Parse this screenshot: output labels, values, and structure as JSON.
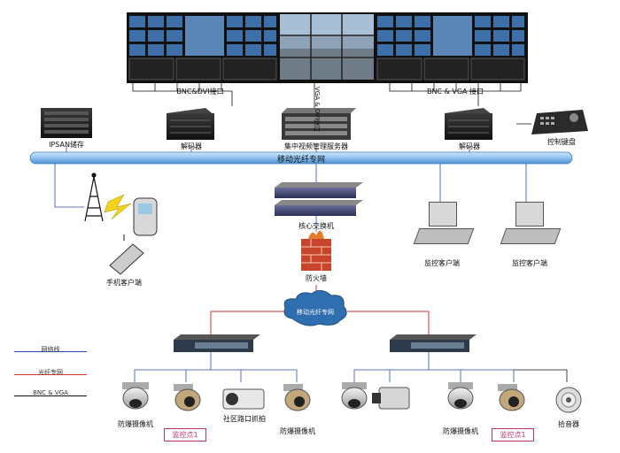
{
  "labels": {
    "bnc_dvi_port": "BNC&DVI接口",
    "vga_dvi_port": "VGA & DVI接口",
    "bnc_vga_port": "BNC & VGA 接口",
    "ipsan": "IPSAN储存",
    "decoder_left": "解码器",
    "central_server": "集中视频管理服务器",
    "decoder_right": "解码器",
    "control_keyboard": "控制键盘",
    "backbone": "移动光纤专网",
    "mobile_client": "手机客户端",
    "core_switch": "核心交换机",
    "firewall": "防火墙",
    "cloud": "移动光纤专网",
    "monitor_client_1": "监控客户端",
    "monitor_client_2": "监控客户端",
    "cam_1": "防爆摄像机",
    "cam_3": "社区路口抓拍",
    "cam_4": "防爆摄像机",
    "cam_7": "防爆摄像机",
    "cam_9": "拾音器",
    "point_1": "监控点1",
    "point_2": "监控点1"
  },
  "legend": [
    {
      "text": "网络线",
      "color": "#2a4fb0"
    },
    {
      "text": "光纤专网",
      "color": "#d8342a"
    },
    {
      "text": "BNC & VGA",
      "color": "#111111"
    }
  ]
}
